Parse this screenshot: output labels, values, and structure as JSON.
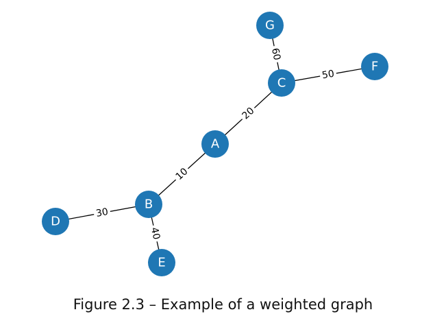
{
  "graph": {
    "nodes": [
      {
        "id": "A",
        "label": "A"
      },
      {
        "id": "B",
        "label": "B"
      },
      {
        "id": "C",
        "label": "C"
      },
      {
        "id": "D",
        "label": "D"
      },
      {
        "id": "E",
        "label": "E"
      },
      {
        "id": "F",
        "label": "F"
      },
      {
        "id": "G",
        "label": "G"
      }
    ],
    "edges": [
      {
        "from": "A",
        "to": "B",
        "weight": "10"
      },
      {
        "from": "A",
        "to": "C",
        "weight": "20"
      },
      {
        "from": "B",
        "to": "D",
        "weight": "30"
      },
      {
        "from": "B",
        "to": "E",
        "weight": "40"
      },
      {
        "from": "C",
        "to": "F",
        "weight": "50"
      },
      {
        "from": "C",
        "to": "G",
        "weight": "60"
      }
    ],
    "node_color": "#1f77b4",
    "node_text_color": "#ffffff",
    "edge_color": "#000000"
  },
  "caption": "Figure 2.3 – Example of a weighted graph"
}
